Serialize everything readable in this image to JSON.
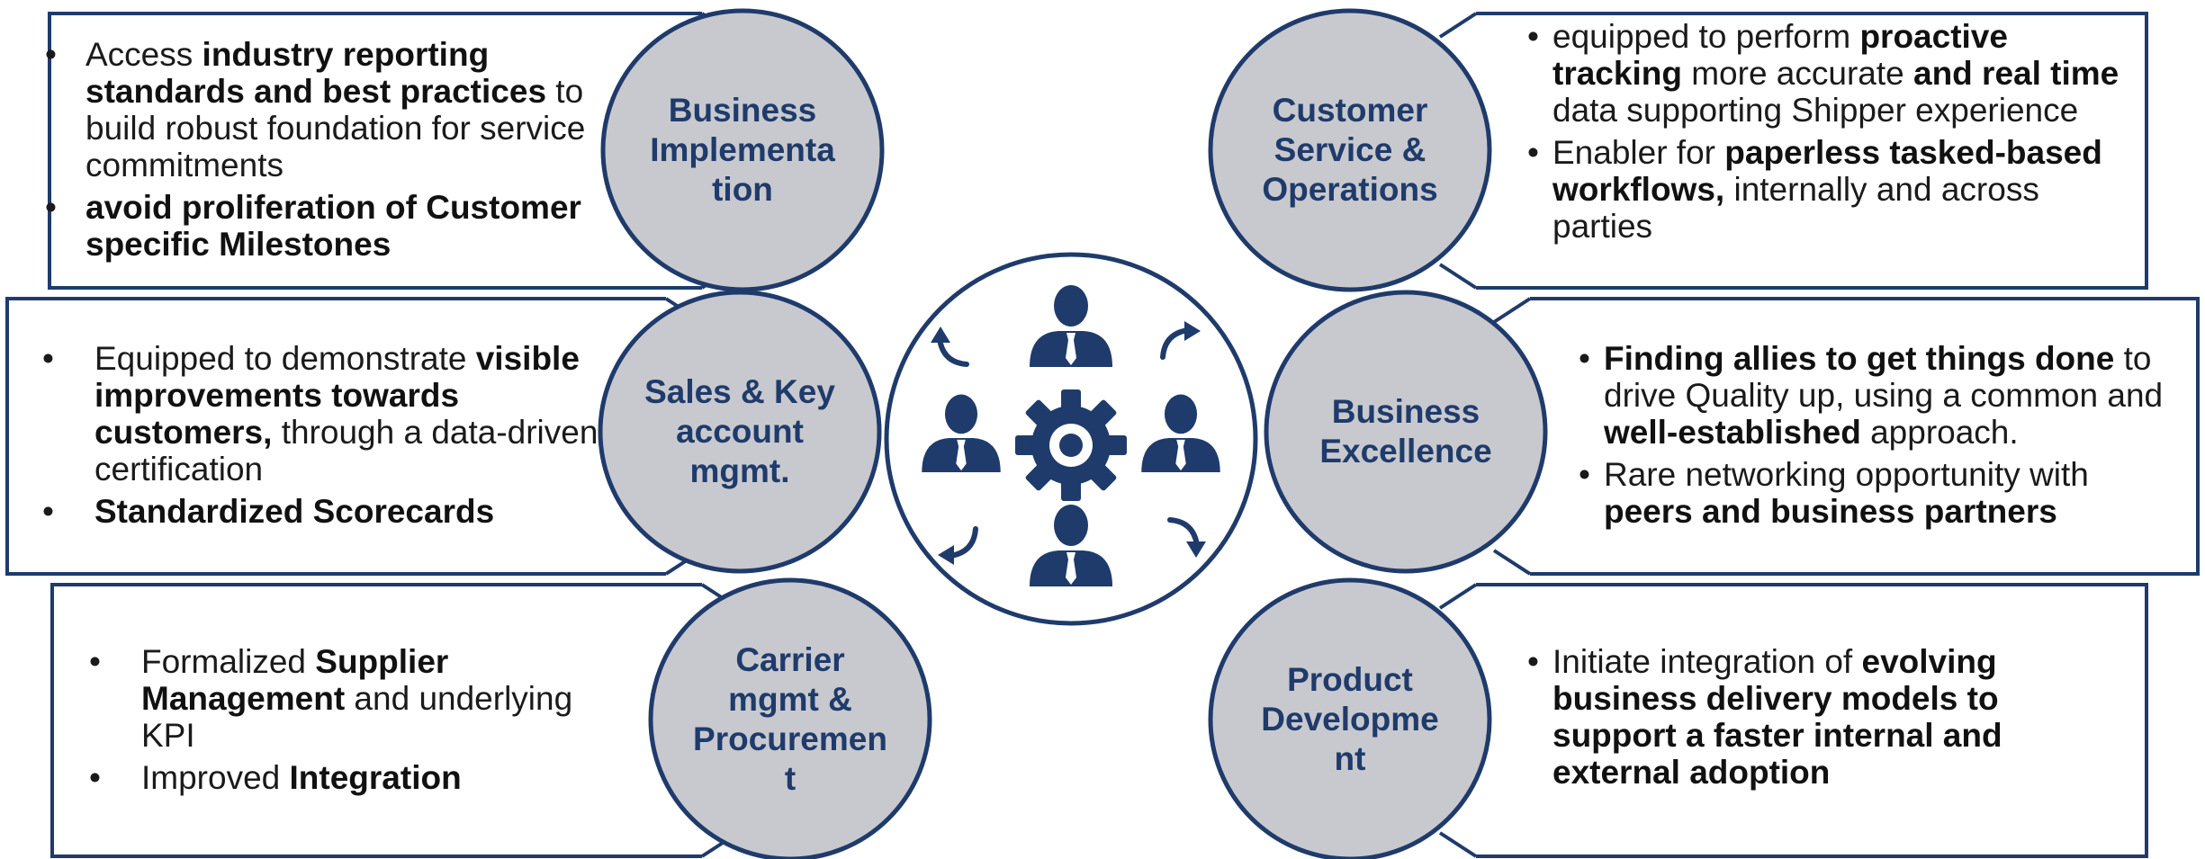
{
  "colors": {
    "border": "#1f3b6b",
    "circle_fill": "#c8c9ce",
    "accent": "#1f3b6b",
    "center_fill": "#ffffff"
  },
  "segments": [
    {
      "id": "business-implementation",
      "title": "Business Implementa tion",
      "title_lines": [
        "Business",
        "Implementa",
        "tion"
      ],
      "bullets": [
        {
          "parts": [
            {
              "t": "Access ",
              "b": false
            },
            {
              "t": "industry reporting standards and best practices",
              "b": true
            },
            {
              "t": " to build robust foundation for service commitments",
              "b": false
            }
          ]
        },
        {
          "parts": [
            {
              "t": "avoid proliferation of Customer specific Milestones",
              "b": true
            }
          ]
        }
      ]
    },
    {
      "id": "customer-service-operations",
      "title": "Customer Service & Operations",
      "title_lines": [
        "Customer",
        "Service &",
        "Operations"
      ],
      "bullets": [
        {
          "parts": [
            {
              "t": "equipped to perform ",
              "b": false
            },
            {
              "t": "proactive tracking",
              "b": true
            },
            {
              "t": " more accurate ",
              "b": false
            },
            {
              "t": "and real time",
              "b": true
            },
            {
              "t": " data supporting Shipper experience",
              "b": false
            }
          ]
        },
        {
          "parts": [
            {
              "t": "Enabler for ",
              "b": false
            },
            {
              "t": "paperless tasked-based workflows,",
              "b": true
            },
            {
              "t": " internally and across parties",
              "b": false
            }
          ]
        }
      ]
    },
    {
      "id": "sales-key-account",
      "title": "Sales & Key account mgmt.",
      "title_lines": [
        "Sales & Key",
        "account",
        "mgmt."
      ],
      "bullets": [
        {
          "parts": [
            {
              "t": "Equipped to demonstrate ",
              "b": false
            },
            {
              "t": "visible improvements towards customers,",
              "b": true
            },
            {
              "t": " through a data-driven certification",
              "b": false
            }
          ]
        },
        {
          "parts": [
            {
              "t": "Standardized Scorecards",
              "b": true
            }
          ]
        }
      ]
    },
    {
      "id": "business-excellence",
      "title": "Business Excellence",
      "title_lines": [
        "Business",
        "Excellence"
      ],
      "bullets": [
        {
          "parts": [
            {
              "t": "Finding allies to get things done",
              "b": true
            },
            {
              "t": " to drive Quality up, using a common and ",
              "b": false
            },
            {
              "t": "well-established",
              "b": true
            },
            {
              "t": " approach.",
              "b": false
            }
          ]
        },
        {
          "parts": [
            {
              "t": "Rare networking opportunity with ",
              "b": false
            },
            {
              "t": "peers and business partners",
              "b": true
            }
          ]
        }
      ]
    },
    {
      "id": "carrier-procurement",
      "title": "Carrier mgmt & Procuremen t",
      "title_lines": [
        "Carrier",
        "mgmt &",
        "Procuremen",
        "t"
      ],
      "bullets": [
        {
          "parts": [
            {
              "t": "Formalized ",
              "b": false
            },
            {
              "t": "Supplier Management",
              "b": true
            },
            {
              "t": " and underlying KPI",
              "b": false
            }
          ]
        },
        {
          "parts": [
            {
              "t": "Improved ",
              "b": false
            },
            {
              "t": "Integration",
              "b": true
            }
          ]
        }
      ]
    },
    {
      "id": "product-development",
      "title": "Product Developme nt",
      "title_lines": [
        "Product",
        "Developme",
        "nt"
      ],
      "bullets": [
        {
          "parts": [
            {
              "t": "Initiate integration of ",
              "b": false
            },
            {
              "t": "evolving business delivery models to support a faster internal and external adoption",
              "b": true
            }
          ]
        }
      ]
    }
  ],
  "center": {
    "icon": "team-gear-cycle-icon"
  },
  "icons": {
    "person": "person-icon",
    "gear": "gear-icon",
    "arrow": "cycle-arrow-icon"
  }
}
